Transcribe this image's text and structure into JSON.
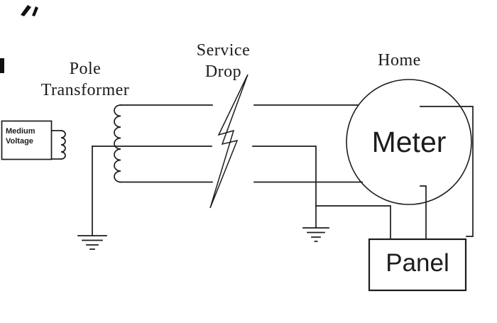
{
  "diagram": {
    "labels": {
      "pole_transformer": {
        "line1": "Pole",
        "line2": "Transformer"
      },
      "service_drop": {
        "line1": "Service",
        "line2": "Drop"
      },
      "home": "Home",
      "meter": "Meter",
      "panel": "Panel",
      "medium_voltage": {
        "line1": "Medium",
        "line2": "Voltage"
      }
    },
    "colors": {
      "ink": "#1c1c1c",
      "background": "#ffffff"
    }
  }
}
